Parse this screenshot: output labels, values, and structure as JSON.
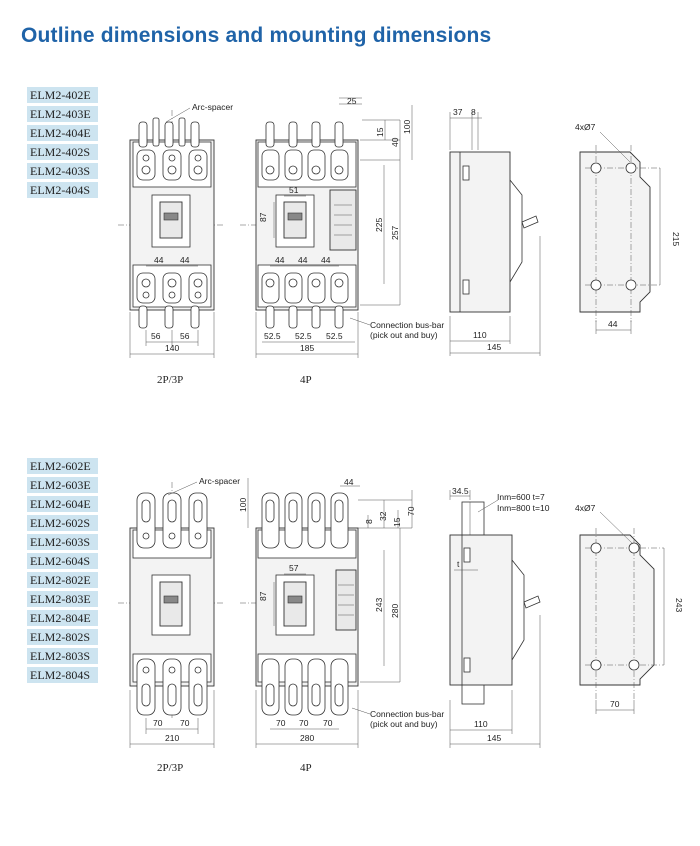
{
  "page_title": "Outline dimensions and mounting dimensions",
  "section_top": {
    "models": [
      "ELM2-402E",
      "ELM2-403E",
      "ELM2-404E",
      "ELM2-402S",
      "ELM2-403S",
      "ELM2-404S"
    ],
    "arc_spacer": "Arc-spacer",
    "connection_1": "Connection bus-bar",
    "connection_2": "(pick out and buy)",
    "caption_3p": "2P/3P",
    "caption_4p": "4P",
    "hole_label": "4xØ7",
    "dims": {
      "w3p": "140",
      "pitch3p_a": "56",
      "pitch3p_b": "56",
      "inner_a": "44",
      "inner_b": "44",
      "w4p": "185",
      "p4_a": "52.5",
      "p4_b": "52.5",
      "p4_c": "52.5",
      "i4_a": "44",
      "i4_b": "44",
      "i4_c": "44",
      "handle_w": "51",
      "handle_h": "87",
      "d25": "25",
      "d15": "15",
      "d40": "40",
      "d100": "100",
      "d225": "225",
      "d257": "257",
      "side_37": "37",
      "side_8": "8",
      "side_110": "110",
      "side_145": "145",
      "mount_215": "215",
      "mount_44": "44"
    }
  },
  "section_bottom": {
    "models": [
      "ELM2-602E",
      "ELM2-603E",
      "ELM2-604E",
      "ELM2-602S",
      "ELM2-603S",
      "ELM2-604S",
      "ELM2-802E",
      "ELM2-803E",
      "ELM2-804E",
      "ELM2-802S",
      "ELM2-803S",
      "ELM2-804S"
    ],
    "arc_spacer": "Arc-spacer",
    "connection_1": "Connection bus-bar",
    "connection_2": "(pick out and buy)",
    "caption_3p": "2P/3P",
    "caption_4p": "4P",
    "hole_label": "4xØ7",
    "inm_1": "Inm=600  t=7",
    "inm_2": "Inm=800  t=10",
    "t_label": "t",
    "dims": {
      "w3p": "210",
      "p3_a": "70",
      "p3_b": "70",
      "w4p": "280",
      "p4_a": "70",
      "p4_b": "70",
      "p4_c": "70",
      "handle_w": "57",
      "handle_h": "87",
      "d44": "44",
      "d8": "8",
      "d32": "32",
      "d15": "15",
      "d70": "70",
      "d100": "100",
      "d243": "243",
      "d280": "280",
      "side_345": "34.5",
      "side_110": "110",
      "side_145": "145",
      "mount_243": "243",
      "mount_70": "70"
    }
  }
}
